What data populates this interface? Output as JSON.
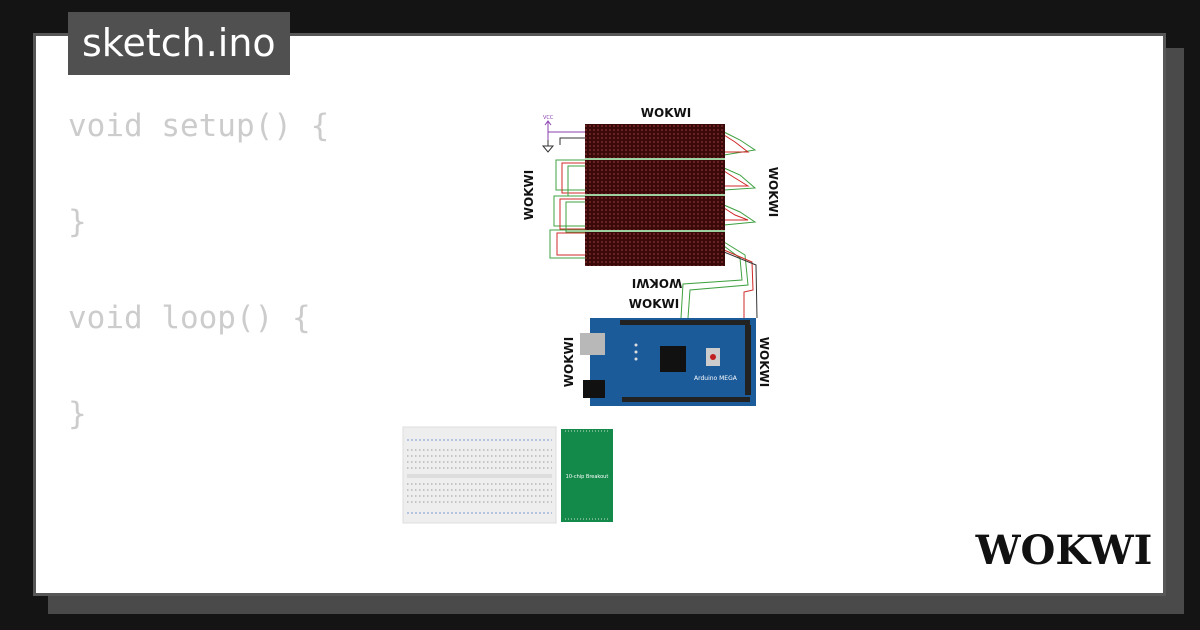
{
  "file": {
    "name": "sketch.ino"
  },
  "code": {
    "lines": [
      "void setup() {",
      "",
      "}",
      "",
      "void loop() {",
      "",
      "}"
    ]
  },
  "diagram": {
    "matrix_label": "WOKWI",
    "board_name": "Arduino MEGA",
    "vcc_label": "VCC",
    "breakout_label": "10-chip Breakout",
    "colors": {
      "board": "#1b5b9a",
      "matrix": "#3a0a0a",
      "breakout": "#138a4a",
      "wire_green": "#3fa040",
      "wire_red": "#d02828"
    }
  },
  "brand": {
    "logo_text": "WOKWI",
    "logo_icon": "wokwi-wordmark"
  }
}
